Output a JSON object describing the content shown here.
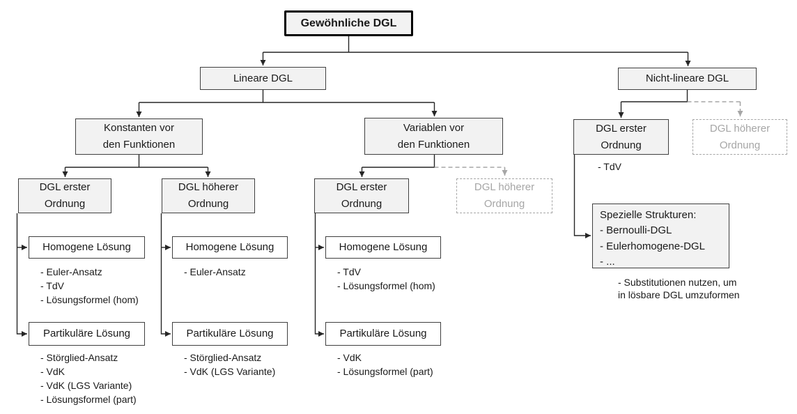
{
  "palette": {
    "box_fill": "#f2f2f2",
    "box_border": "#3f3f3f",
    "line_color": "#262626",
    "dashed_gray": "#a6a6a6",
    "white_fill": "#ffffff"
  },
  "nodes": {
    "root": {
      "lines": [
        "Gewöhnliche DGL"
      ]
    },
    "lineare": {
      "lines": [
        "Lineare DGL"
      ]
    },
    "nichtlineare": {
      "lines": [
        "Nicht-lineare DGL"
      ]
    },
    "konstanten": {
      "lines": [
        "Konstanten vor",
        "den Funktionen"
      ]
    },
    "variablen": {
      "lines": [
        "Variablen vor",
        "den Funktionen"
      ]
    },
    "k_erster": {
      "lines": [
        "DGL erster",
        "Ordnung"
      ]
    },
    "k_hoeherer": {
      "lines": [
        "DGL höherer",
        "Ordnung"
      ]
    },
    "v_erster": {
      "lines": [
        "DGL erster",
        "Ordnung"
      ]
    },
    "v_hoeherer": {
      "lines": [
        "DGL höherer",
        "Ordnung"
      ]
    },
    "nl_erster": {
      "lines": [
        "DGL erster",
        "Ordnung"
      ]
    },
    "nl_hoeherer": {
      "lines": [
        "DGL höherer",
        "Ordnung"
      ]
    },
    "nl_erster_bullets": [
      "- TdV"
    ],
    "spezielle": {
      "lines": [
        "Spezielle Strukturen:",
        "- Bernoulli-DGL",
        "- Eulerhomogene-DGL",
        "- ..."
      ]
    },
    "spezielle_note": [
      "- Substitutionen nutzen, um",
      "in lösbare DGL umzuformen"
    ]
  },
  "columns": {
    "c1": {
      "homogene": {
        "label": "Homogene Lösung",
        "bullets": [
          "- Euler-Ansatz",
          "- TdV",
          "- Lösungsformel (hom)"
        ]
      },
      "partikulaere": {
        "label": "Partikuläre Lösung",
        "bullets": [
          "- Störglied-Ansatz",
          "- VdK",
          "- VdK (LGS Variante)",
          "- Lösungsformel (part)"
        ]
      }
    },
    "c2": {
      "homogene": {
        "label": "Homogene Lösung",
        "bullets": [
          "- Euler-Ansatz"
        ]
      },
      "partikulaere": {
        "label": "Partikuläre Lösung",
        "bullets": [
          "- Störglied-Ansatz",
          "- VdK (LGS Variante)"
        ]
      }
    },
    "c3": {
      "homogene": {
        "label": "Homogene Lösung",
        "bullets": [
          "- TdV",
          "- Lösungsformel (hom)"
        ]
      },
      "partikulaere": {
        "label": "Partikuläre Lösung",
        "bullets": [
          "- VdK",
          "- Lösungsformel (part)"
        ]
      }
    }
  }
}
